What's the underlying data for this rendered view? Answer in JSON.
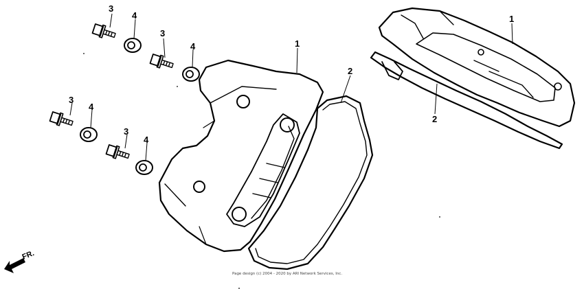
{
  "diagram": {
    "callouts": {
      "a": "3",
      "b": "4",
      "c": "3",
      "d": "4",
      "e": "3",
      "f": "4",
      "g": "3",
      "h": "4",
      "i": "1",
      "j": "2",
      "k": "1",
      "l": "2"
    },
    "direction_label": "FR.",
    "copyright": "Page design (c) 2004 - 2020 by ARI Network Services, Inc."
  },
  "parts": [
    {
      "ref": "1",
      "part": "head-cover"
    },
    {
      "ref": "2",
      "part": "head-cover-gasket"
    },
    {
      "ref": "3",
      "part": "flange-bolt"
    },
    {
      "ref": "4",
      "part": "rubber-seal-washer"
    }
  ],
  "colors": {
    "ink": "#000000",
    "background": "#ffffff",
    "shade": "#d9d9d9"
  }
}
